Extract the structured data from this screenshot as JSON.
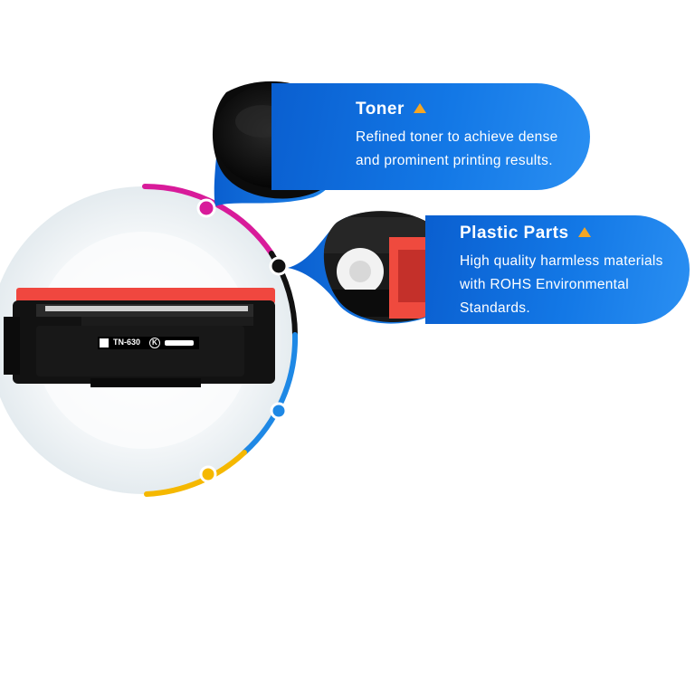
{
  "colors": {
    "card_blue": "#1378e6",
    "accent_magenta": "#d81b9a",
    "accent_black": "#111111",
    "accent_blue": "#1e88e5",
    "accent_yellow": "#f5b800",
    "triangle": "#f5a623",
    "cartridge_red": "#f0473f"
  },
  "features": [
    {
      "title": "Toner",
      "icon": "triangle-icon",
      "lines": [
        "Refined toner to achieve dense",
        "and prominent printing results."
      ]
    },
    {
      "title": "Plastic Parts",
      "icon": "triangle-icon",
      "lines": [
        "High quality harmless materials",
        "with ROHS Environmental",
        "Standards."
      ]
    }
  ],
  "cartridge": {
    "model_label": "TN-630",
    "color_code": "K"
  }
}
